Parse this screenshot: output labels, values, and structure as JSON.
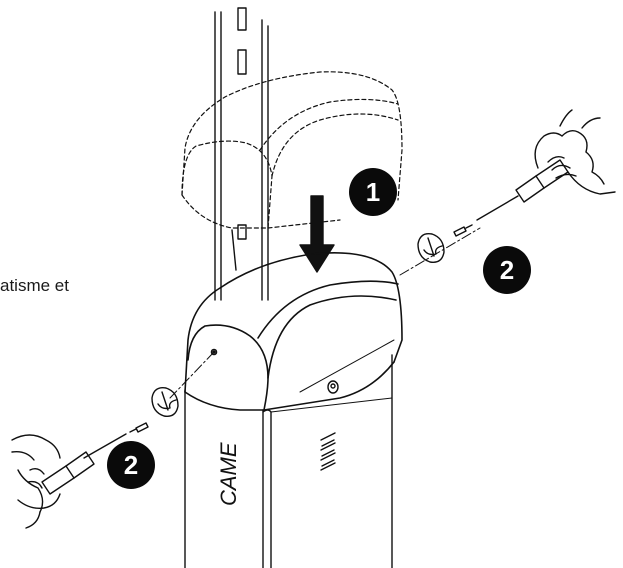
{
  "caption": "atisme et",
  "brand": "CAME",
  "steps": {
    "one": "1",
    "two_right": "2",
    "two_left": "2"
  },
  "colors": {
    "line": "#111111",
    "badge": "#0a0a0a",
    "badge_text": "#ffffff"
  }
}
